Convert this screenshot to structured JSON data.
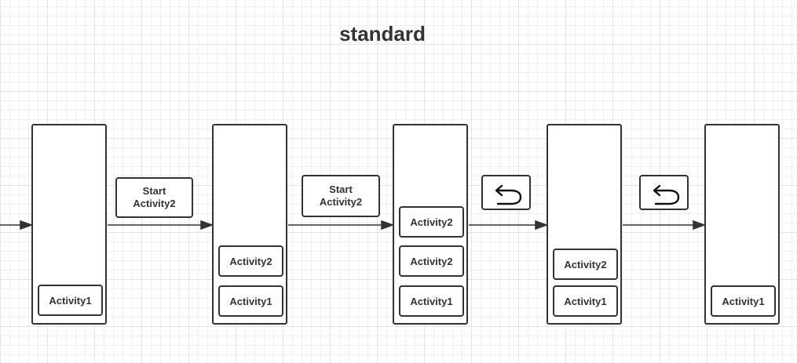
{
  "title": "standard",
  "steps": [
    {
      "stack": [
        "Activity1"
      ]
    },
    {
      "action": {
        "line1": "Start",
        "line2": "Activity2"
      }
    },
    {
      "stack": [
        "Activity2",
        "Activity1"
      ]
    },
    {
      "action": {
        "line1": "Start",
        "line2": "Activity2"
      }
    },
    {
      "stack": [
        "Activity2",
        "Activity2",
        "Activity1"
      ]
    },
    {
      "action_icon": "back-arrow-icon"
    },
    {
      "stack": [
        "Activity2",
        "Activity1"
      ]
    },
    {
      "action_icon": "back-arrow-icon"
    },
    {
      "stack": [
        "Activity1"
      ]
    }
  ],
  "colors": {
    "stroke": "#333333",
    "grid": "#e3e3e3",
    "background": "#ffffff"
  }
}
